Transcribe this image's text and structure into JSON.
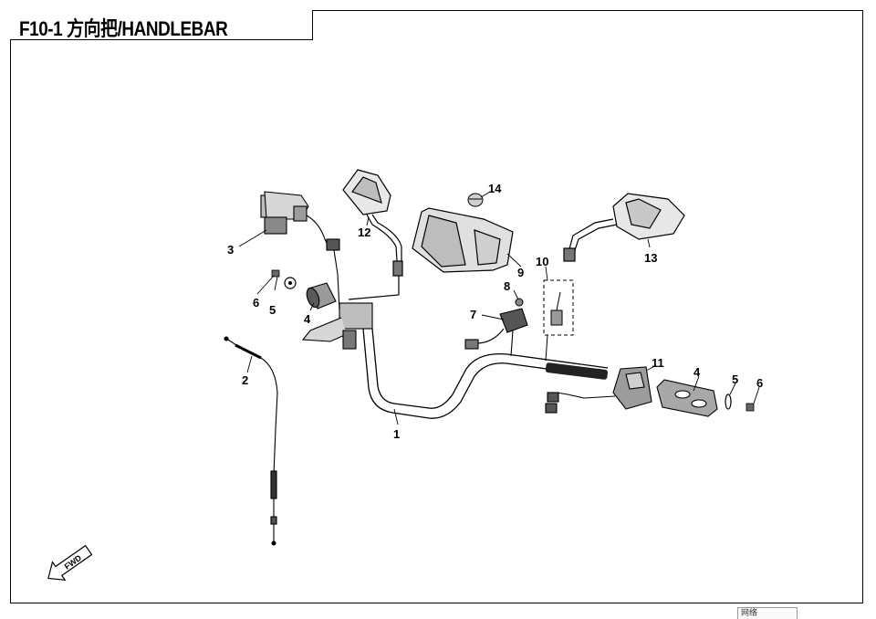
{
  "title": "F10-1 方向把/HANDLEBAR",
  "callouts": {
    "c1": "1",
    "c2": "2",
    "c3": "3",
    "c4a": "4",
    "c4b": "4",
    "c5a": "5",
    "c5b": "5",
    "c6a": "6",
    "c6b": "6",
    "c7": "7",
    "c8": "8",
    "c9": "9",
    "c10": "10",
    "c11": "11",
    "c12": "12",
    "c13": "13",
    "c14": "14"
  },
  "fwd_label": "FWD",
  "status_tag": "网络",
  "colors": {
    "line": "#000000",
    "part_fill": "#e6e6e6",
    "part_dark": "#4a4a4a"
  }
}
